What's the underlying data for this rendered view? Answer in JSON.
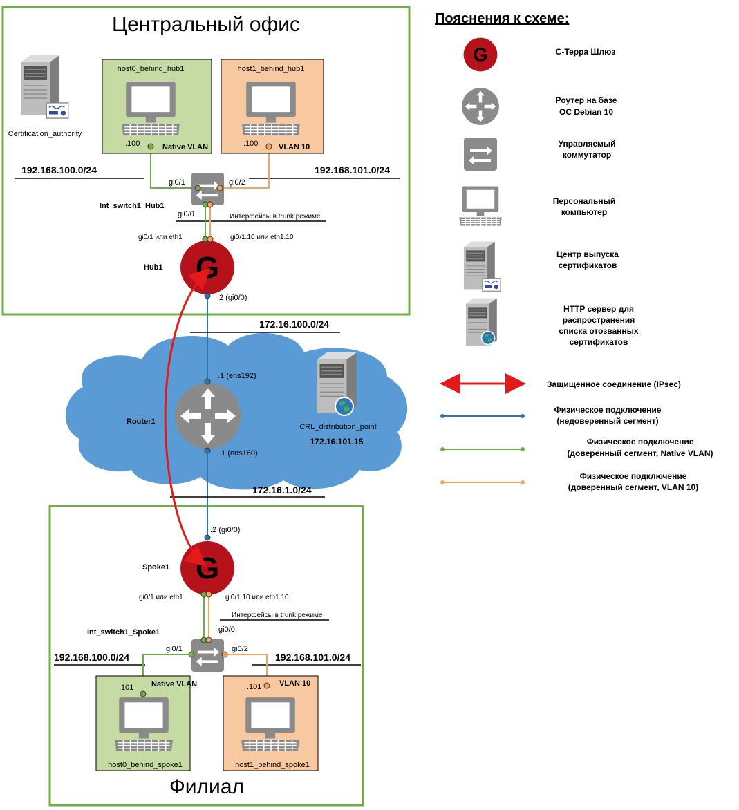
{
  "colors": {
    "zone_border": "#70ad47",
    "green_host_fill": "#c5dba3",
    "orange_host_fill": "#f8c8a0",
    "gateway_red": "#b5121b",
    "cloud_blue": "#5b9bd5",
    "link_blue": "#2e75b6",
    "link_green": "#70ad47",
    "link_orange": "#f4a460",
    "ipsec_red": "#e31a1a",
    "device_gray": "#8a8a8a"
  },
  "zones": {
    "central_office": "Центральный офис",
    "branch": "Филиал"
  },
  "hub": {
    "host0_name": "host0_behind_hub1",
    "host0_ip": ".100",
    "host0_vlan": "Native VLAN",
    "host1_name": "host1_behind_hub1",
    "host1_ip": ".100",
    "host1_vlan": "VLAN 10",
    "ca_name": "Certification_authority",
    "subnet_left": "192.168.100.0/24",
    "subnet_right": "192.168.101.0/24",
    "switch_gi01": "gi0/1",
    "switch_gi02": "gi0/2",
    "switch_gi00": "gi0/0",
    "switch_name": "Int_switch1_Hub1",
    "trunk_label": "Интерфейсы в trunk режиме",
    "gw_iface_left": "gi0/1 или eth1",
    "gw_iface_right": "gi0/1.10 или eth1.10",
    "gw_name": "Hub1",
    "gw_wan": ".2 (gi0/0)"
  },
  "wan": {
    "subnet_top": "172.16.100.0/24",
    "router_top_if": ".1 (ens192)",
    "router_name": "Router1",
    "router_bottom_if": ".1 (ens160)",
    "crl_name": "CRL_distribution_point",
    "crl_ip": "172.16.101.15",
    "subnet_bottom": "172.16.1.0/24"
  },
  "spoke": {
    "gw_wan": ".2 (gi0/0)",
    "gw_name": "Spoke1",
    "gw_iface_left": "gi0/1 или eth1",
    "gw_iface_right": "gi0/1.10 или eth1.10",
    "trunk_label": "Интерфейсы в trunk режиме",
    "switch_name": "Int_switch1_Spoke1",
    "switch_gi00": "gi0/0",
    "switch_gi01": "gi0/1",
    "switch_gi02": "gi0/2",
    "subnet_left": "192.168.100.0/24",
    "subnet_right": "192.168.101.0/24",
    "host0_ip": ".101",
    "host0_vlan": "Native VLAN",
    "host0_name": "host0_behind_spoke1",
    "host1_ip": ".101",
    "host1_vlan": "VLAN 10",
    "host1_name": "host1_behind_spoke1"
  },
  "legend": {
    "title": "Пояснения к схеме:",
    "gateway": "С-Терра Шлюз",
    "router_l1": "Роутер на базе",
    "router_l2": "ОС Debian 10",
    "switch_l1": "Управляемый",
    "switch_l2": "коммутатор",
    "pc_l1": "Персональный",
    "pc_l2": "компьютер",
    "ca_l1": "Центр выпуска",
    "ca_l2": "сертификатов",
    "http_l1": "HTTP сервер для",
    "http_l2": "распространения",
    "http_l3": "списка отозванных",
    "http_l4": "сертификатов",
    "ipsec": "Защищенное соединение (IPsec)",
    "phys_blue_l1": "Физическое подключение",
    "phys_blue_l2": "(недоверенный сегмент)",
    "phys_green_l1": "Физическое подключение",
    "phys_green_l2": "(доверенный сегмент, Native VLAN)",
    "phys_orange_l1": "Физическое подключение",
    "phys_orange_l2": "(доверенный сегмент, VLAN 10)"
  }
}
